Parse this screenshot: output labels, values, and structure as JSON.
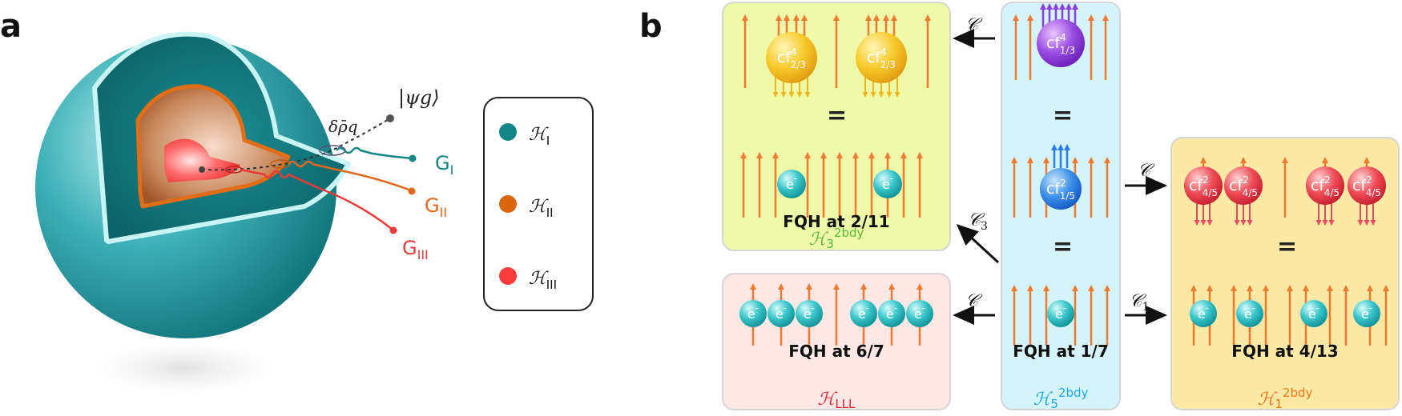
{
  "panel_a": {
    "letter": "a",
    "state_label": "|ψg⟩",
    "perturbation_label": "δρ̄q",
    "gaps": [
      {
        "text": "G",
        "sub": "I",
        "color": "#138585"
      },
      {
        "text": "G",
        "sub": "II",
        "color": "#e0681c"
      },
      {
        "text": "G",
        "sub": "III",
        "color": "#e83a3a"
      }
    ],
    "legend": [
      {
        "text": "ℋ",
        "sub": "I",
        "color": "#138585"
      },
      {
        "text": "ℋ",
        "sub": "II",
        "color": "#d9650f"
      },
      {
        "text": "ℋ",
        "sub": "III",
        "color": "#ff3b3b"
      }
    ]
  },
  "panel_b": {
    "letter": "b",
    "equals": "=",
    "boxes": {
      "h3": {
        "fqh": "FQH at 2/11",
        "ham": "ℋ",
        "ham_sub": "3",
        "ham_sup": "2bdy",
        "color": "#58b93a",
        "e": "e",
        "cf": "cf",
        "cf_sup": "4",
        "cf_sub": "2/3"
      },
      "lll": {
        "fqh": "FQH at 6/7",
        "ham": "ℋ",
        "ham_sub": "LLL",
        "color": "#e8222a",
        "e": "e"
      },
      "h5": {
        "fqh": "FQH at 1/7",
        "ham": "ℋ",
        "ham_sub": "5",
        "ham_sup": "2bdy",
        "color": "#1ea8e8",
        "e": "e",
        "cf_top": "cf",
        "cf_top_sup": "4",
        "cf_top_sub": "1/3",
        "cf_mid": "cf",
        "cf_mid_sup": "2",
        "cf_mid_sub": "1/5"
      },
      "h1": {
        "fqh": "FQH at 4/13",
        "ham": "ℋ",
        "ham_sub": "1",
        "ham_sup": "2bdy",
        "color": "#f07818",
        "e": "e",
        "cf": "cf",
        "cf_sup": "2",
        "cf_sub": "4/5"
      }
    },
    "arrows": {
      "to_h3": "𝒞",
      "to_lll": "𝒞",
      "to_h3_c3": "𝒞",
      "c3_sub": "3",
      "to_h1_top": "𝒞",
      "to_h1_bottom": "𝒞",
      "c1_sub": "1"
    }
  }
}
